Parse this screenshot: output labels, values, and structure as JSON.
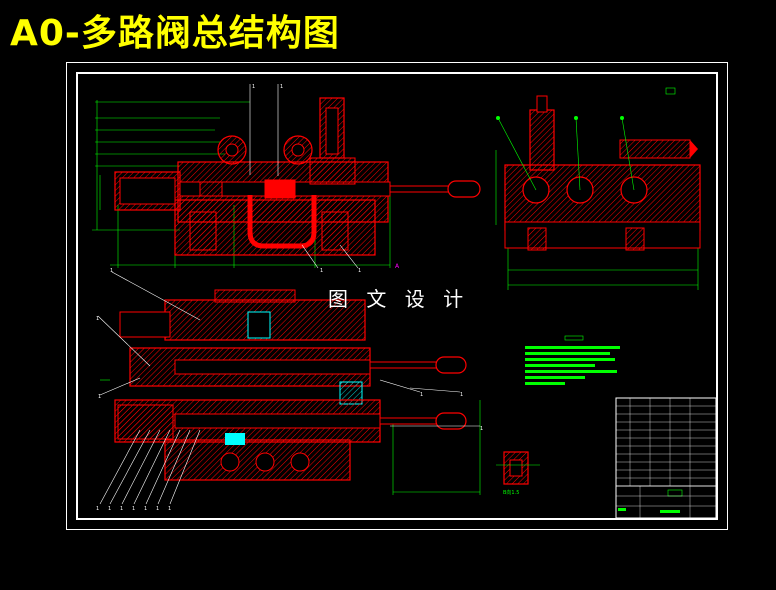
{
  "drawing_title": "A0-多路阀总结构图",
  "watermark_text": "图 文 设 计",
  "colors": {
    "background": "#000000",
    "title": "#ffff00",
    "section_red": "#ff0000",
    "outline_white": "#ffffff",
    "dimension_green": "#00ff00",
    "hatch_cyan": "#00ffff",
    "mark_magenta": "#ff00ff"
  },
  "detail_note": "B向1.5"
}
